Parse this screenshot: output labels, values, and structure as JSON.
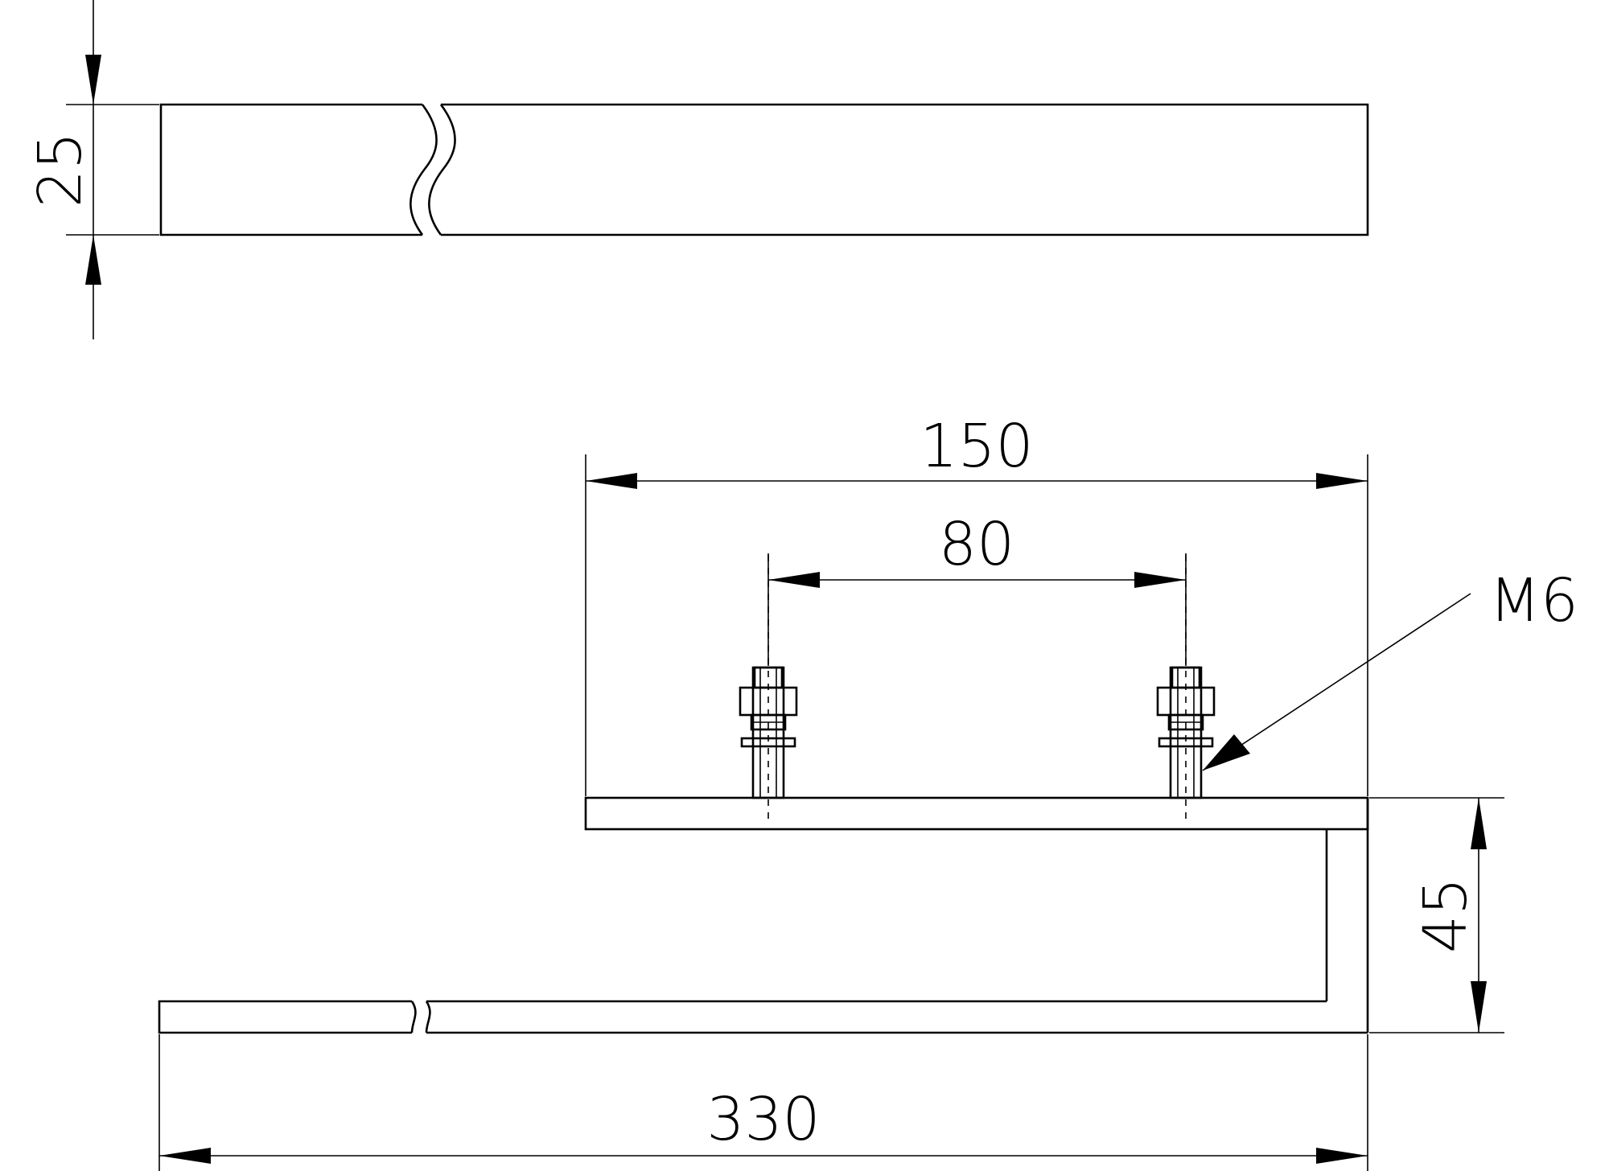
{
  "dimensions": {
    "height_25": "25",
    "length_150": "150",
    "spacing_80": "80",
    "thread_m6": "M6",
    "height_45": "45",
    "length_330": "330"
  }
}
